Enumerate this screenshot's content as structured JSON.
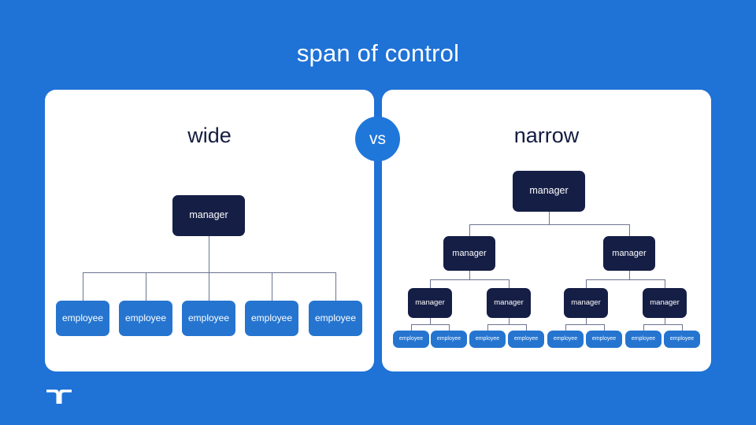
{
  "slide": {
    "title": "span of control",
    "background_color": "#1f72d6"
  },
  "colors": {
    "background": "#1f72d6",
    "panel": "#ffffff",
    "manager_node": "#151e45",
    "employee_node": "#2575d0",
    "connector": "#6b7490",
    "badge": "#2077da",
    "heading_text": "#141c40",
    "node_text": "#ffffff"
  },
  "divider": {
    "badge_label": "vs"
  },
  "panels": [
    {
      "id": "wide",
      "heading": "wide",
      "root_label": "manager",
      "children": [
        {
          "label": "employee"
        },
        {
          "label": "employee"
        },
        {
          "label": "employee"
        },
        {
          "label": "employee"
        },
        {
          "label": "employee"
        }
      ]
    },
    {
      "id": "narrow",
      "heading": "narrow",
      "root_label": "manager",
      "level2": [
        {
          "label": "manager"
        },
        {
          "label": "manager"
        }
      ],
      "level3": [
        {
          "label": "manager"
        },
        {
          "label": "manager"
        },
        {
          "label": "manager"
        },
        {
          "label": "manager"
        }
      ],
      "employees": [
        {
          "label": "employee"
        },
        {
          "label": "employee"
        },
        {
          "label": "employee"
        },
        {
          "label": "employee"
        },
        {
          "label": "employee"
        },
        {
          "label": "employee"
        },
        {
          "label": "employee"
        },
        {
          "label": "employee"
        }
      ]
    }
  ],
  "logo": {
    "name": "brand-logo"
  },
  "chart_data": {
    "type": "diagram",
    "title": "span of control",
    "comparison": [
      "wide",
      "narrow"
    ],
    "wide": {
      "levels": 2,
      "root": "manager",
      "direct_reports": 5,
      "leaf_label": "employee",
      "total_nodes": 6
    },
    "narrow": {
      "levels": 4,
      "root": "manager",
      "nodes_per_level": [
        1,
        2,
        4,
        8
      ],
      "branching_factor": 2,
      "leaf_label": "employee",
      "total_nodes": 15
    }
  }
}
